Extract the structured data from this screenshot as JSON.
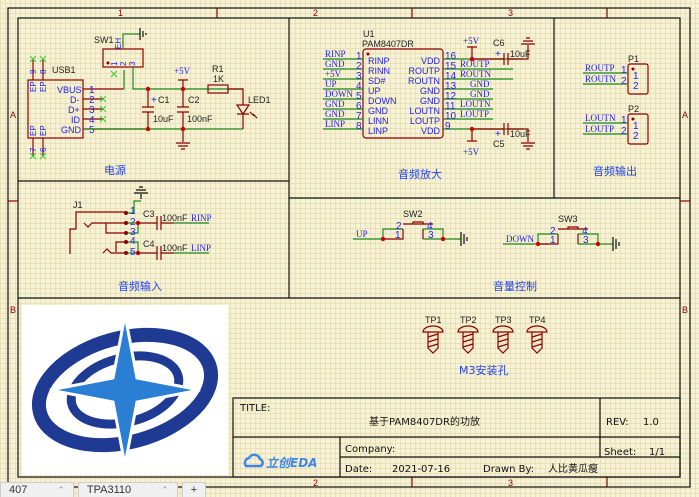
{
  "ruler": {
    "cols": [
      "1",
      "2",
      "3"
    ],
    "rows": [
      "A",
      "B"
    ]
  },
  "sections": {
    "power": "电源",
    "amp": "音频放大",
    "output": "音频输出",
    "input": "音频输入",
    "volume": "音量控制",
    "mounting": "M3安装孔"
  },
  "usb1": {
    "ref": "USB1",
    "pins": [
      "VBUS",
      "D-",
      "D+",
      "ID",
      "GND"
    ],
    "pin_numbers": [
      "1",
      "2",
      "3",
      "4",
      "5"
    ],
    "ep_label": "EP",
    "ep_numbers": [
      "9",
      "8",
      "7",
      "6"
    ]
  },
  "sw1": {
    "ref": "SW1",
    "pins": [
      "1",
      "2",
      "3"
    ],
    "eh": "EH"
  },
  "power": {
    "vcc": "+5V",
    "c1": "C1",
    "c1_value": "10uF",
    "c2": "C2",
    "c2_value": "100nF",
    "r1": "R1",
    "r1_value": "1K",
    "led1": "LED1"
  },
  "u1": {
    "ref": "U1",
    "part": "PAM8407DR",
    "left_pins": [
      {
        "num": "1",
        "name": "RINP",
        "net": "RINP"
      },
      {
        "num": "2",
        "name": "RINN",
        "net": "GND"
      },
      {
        "num": "3",
        "name": "SD#",
        "net": "+5V"
      },
      {
        "num": "4",
        "name": "UP",
        "net": "UP"
      },
      {
        "num": "5",
        "name": "DOWN",
        "net": "DOWN"
      },
      {
        "num": "6",
        "name": "GND",
        "net": "GND"
      },
      {
        "num": "7",
        "name": "LINN",
        "net": "GND"
      },
      {
        "num": "8",
        "name": "LINP",
        "net": "LINP"
      }
    ],
    "right_pins": [
      {
        "num": "16",
        "name": "VDD",
        "net": ""
      },
      {
        "num": "15",
        "name": "ROUTP",
        "net": "ROUTP"
      },
      {
        "num": "14",
        "name": "ROUTN",
        "net": "ROUTN"
      },
      {
        "num": "13",
        "name": "GND",
        "net": "GND"
      },
      {
        "num": "12",
        "name": "GND",
        "net": "GND"
      },
      {
        "num": "11",
        "name": "LOUTN",
        "net": "LOUTN"
      },
      {
        "num": "10",
        "name": "LOUTP",
        "net": "LOUTP"
      },
      {
        "num": "9",
        "name": "VDD",
        "net": ""
      }
    ]
  },
  "amp": {
    "vcc_top": "+5V",
    "vcc_bottom": "+5V",
    "c6": "C6",
    "c6_value": "10uF",
    "c5": "C5",
    "c5_value": "10uF",
    "plus": "+"
  },
  "p1": {
    "ref": "P1",
    "nets": [
      "ROUTP",
      "ROUTN"
    ],
    "pins": [
      "1",
      "2"
    ]
  },
  "p2": {
    "ref": "P2",
    "nets": [
      "LOUTN",
      "LOUTP"
    ],
    "pins": [
      "1",
      "2"
    ]
  },
  "j1": {
    "ref": "J1",
    "pins": [
      "1",
      "2",
      "3",
      "4",
      "5"
    ],
    "c3": "C3",
    "c3_value": "100nF",
    "c3_net": "RINP",
    "c4": "C4",
    "c4_value": "100nF",
    "c4_net": "LINP"
  },
  "sw2": {
    "ref": "SW2",
    "net": "UP",
    "pins": [
      "1",
      "2",
      "3",
      "4"
    ]
  },
  "sw3": {
    "ref": "SW3",
    "net": "DOWN",
    "pins": [
      "1",
      "2",
      "3",
      "4"
    ]
  },
  "mounting": [
    "TP1",
    "TP2",
    "TP3",
    "TP4"
  ],
  "title_block": {
    "title_label": "TITLE:",
    "title": "基于PAM8407DR的功放",
    "rev_label": "REV:",
    "rev": "1.0",
    "company_label": "Company:",
    "company": "",
    "sheet_label": "Sheet:",
    "sheet": "1/1",
    "date_label": "Date:",
    "date": "2021-07-16",
    "drawn_label": "Drawn By:",
    "drawn_by": "人比黄瓜瘦",
    "brand": "立创EDA"
  },
  "tabs": [
    {
      "label": "407"
    },
    {
      "label": "TPA3110"
    }
  ],
  "add_tab": "+"
}
